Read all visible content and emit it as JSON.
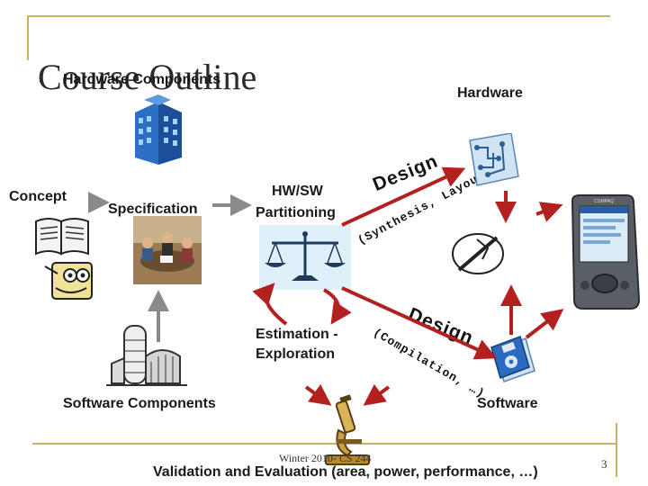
{
  "slide": {
    "title": "Course Outline",
    "overlay_heading": "Hardware Components",
    "hardware": "Hardware",
    "concept": "Concept",
    "specification": "Specification",
    "partitioning_line1": "HW/SW",
    "partitioning_line2": "Partitioning",
    "estimation_line1": "Estimation -",
    "estimation_line2": "Exploration",
    "software_components": "Software Components",
    "software": "Software",
    "design_upper": "Design",
    "design_upper_sub": "(Synthesis, Layout, …)",
    "design_lower": "Design",
    "design_lower_sub": "(Compilation, …)",
    "validation": "Validation and Evaluation (area, power, performance, …)",
    "footer": "Winter 2010- CS 244",
    "page_number": "3"
  },
  "colors": {
    "frame": "#c8b45a",
    "arrow": "#b32020",
    "text": "#1a1a1a"
  },
  "icons": [
    "building-icon",
    "book-icon",
    "figure-icon",
    "meeting-photo",
    "scale-icon",
    "silo-icon",
    "microscope-icon",
    "circuit-icon",
    "pen-disk-icon",
    "floppy-disk-icon",
    "pda-device"
  ]
}
